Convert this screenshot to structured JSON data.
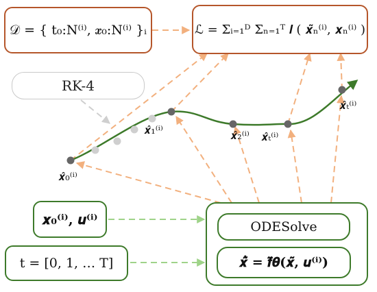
{
  "boxes": {
    "dataset": "𝒟 = { t₀:N⁽ⁱ⁾, 𝒙₀:N⁽ⁱ⁾ }ᵢ",
    "loss": "ℒ = Σᵢ₌₁ᴰ Σₙ₌₁ᵀ 𝒍 ( 𝒙̃ₙ⁽ⁱ⁾, 𝒙ₙ⁽ⁱ⁾ )",
    "rk4": "RK-4",
    "initial": "𝒙₀⁽ⁱ⁾, 𝒖⁽ⁱ⁾",
    "time": "t = [0, 1, … T]",
    "odesolve": "ODESolve",
    "dynamics": "𝒙̃̇ = 𝒇̃𝜽(𝒙̃, 𝒖⁽ⁱ⁾)"
  },
  "points": {
    "x0": "𝒙̂₀⁽ⁱ⁾",
    "x1": "𝒙̂₁⁽ⁱ⁾",
    "x2": "𝒙̂₂⁽ⁱ⁾",
    "xt": "𝒙̂ₜ⁽ⁱ⁾",
    "xT": "𝒙̂ₜ⁽ⁱ⁾"
  },
  "colors": {
    "orange_border": "#b5562a",
    "orange_arrow": "#f2b07e",
    "green": "#3d7a2a",
    "green_arrow": "#9fd389",
    "gray_arrow": "#cfcfcf",
    "node_dark": "#666666",
    "node_light": "#cfcfcf"
  }
}
